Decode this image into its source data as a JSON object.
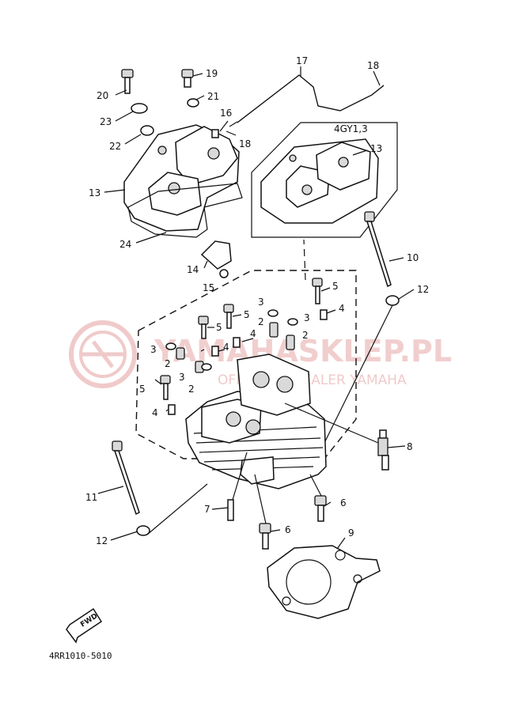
{
  "watermark": {
    "line1": "YAMAHASKLEP.PL",
    "line2": "OFICJALNY DEALER YAMAHA"
  },
  "variant_label": "4GY1,3",
  "direction_label": "FWD",
  "diagram_code": "4RR1010-5010",
  "part_labels": {
    "p2a": "2",
    "p2b": "2",
    "p2c": "2",
    "p2d": "2",
    "p3a": "3",
    "p3b": "3",
    "p3c": "3",
    "p3d": "3",
    "p4a": "4",
    "p4b": "4",
    "p4c": "4",
    "p4d": "4",
    "p5a": "5",
    "p5b": "5",
    "p5c": "5",
    "p5d": "5",
    "p6a": "6",
    "p6b": "6",
    "p7": "7",
    "p8": "8",
    "p9": "9",
    "p10": "10",
    "p11": "11",
    "p12a": "12",
    "p12b": "12",
    "p13a": "13",
    "p13b": "13",
    "p14": "14",
    "p15": "15",
    "p16": "16",
    "p17": "17",
    "p18a": "18",
    "p18b": "18",
    "p19": "19",
    "p20": "20",
    "p21": "21",
    "p22": "22",
    "p23": "23",
    "p24": "24"
  }
}
